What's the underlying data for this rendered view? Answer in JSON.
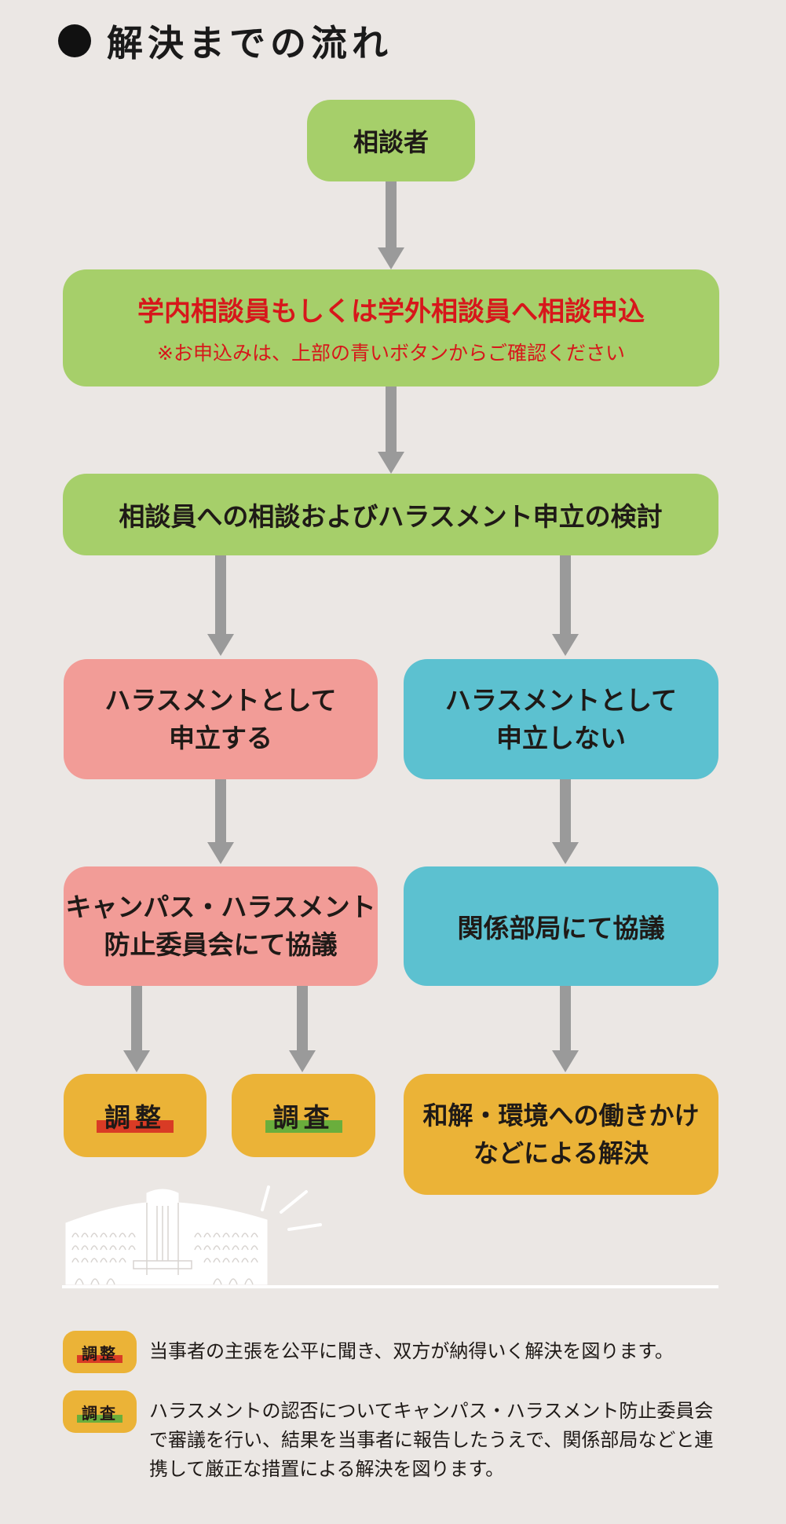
{
  "title": "解決までの流れ",
  "nodes": {
    "consultant": "相談者",
    "apply_main": "学内相談員もしくは学外相談員へ相談申込",
    "apply_note": "※お申込みは、上部の青いボタンからご確認ください",
    "review": "相談員への相談およびハラスメント申立の検討",
    "file_line1": "ハラスメントとして",
    "file_line2": "申立する",
    "nofile_line1": "ハラスメントとして",
    "nofile_line2": "申立しない",
    "committee_line1": "キャンパス・ハラスメント",
    "committee_line2": "防止委員会にて協議",
    "dept": "関係部局にて協議",
    "adjust": "調整",
    "investigate": "調査",
    "resolve_line1": "和解・環境への働きかけ",
    "resolve_line2": "などによる解決"
  },
  "legend": [
    {
      "badge": "調整",
      "text": "当事者の主張を公平に聞き、双方が納得いく解決を図ります。"
    },
    {
      "badge": "調査",
      "text": "ハラスメントの認否についてキャンパス・ハラスメント防止委員会で審議を行い、結果を当事者に報告したうえで、関係部局などと連携して厳正な措置による解決を図ります。"
    }
  ],
  "colors": {
    "background": "#ebe7e4",
    "green": "#a6cf6a",
    "pink": "#f29c97",
    "teal": "#5cc1d0",
    "orange": "#ebb337",
    "red_text": "#d7171b",
    "arrow": "#9a9a9a",
    "underline_red": "#d93b25",
    "underline_green": "#6aae3c"
  }
}
